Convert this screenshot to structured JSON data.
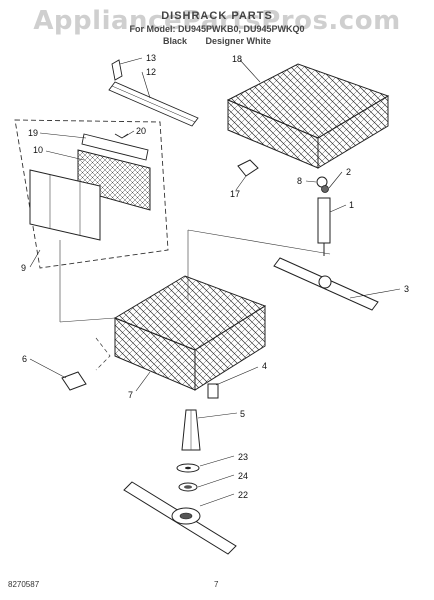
{
  "watermark": "AppliancePartsPros.com",
  "header": {
    "title": "DISHRACK PARTS",
    "models": "For Model: DU945PWKB0, DU945PWKQ0",
    "colors": [
      "Black",
      "Designer White"
    ]
  },
  "callouts": [
    "13",
    "12",
    "18",
    "19",
    "20",
    "10",
    "17",
    "8",
    "2",
    "1",
    "9",
    "3",
    "6",
    "4",
    "7",
    "5",
    "23",
    "24",
    "22"
  ],
  "footer": {
    "code": "8270587",
    "page": "7"
  }
}
